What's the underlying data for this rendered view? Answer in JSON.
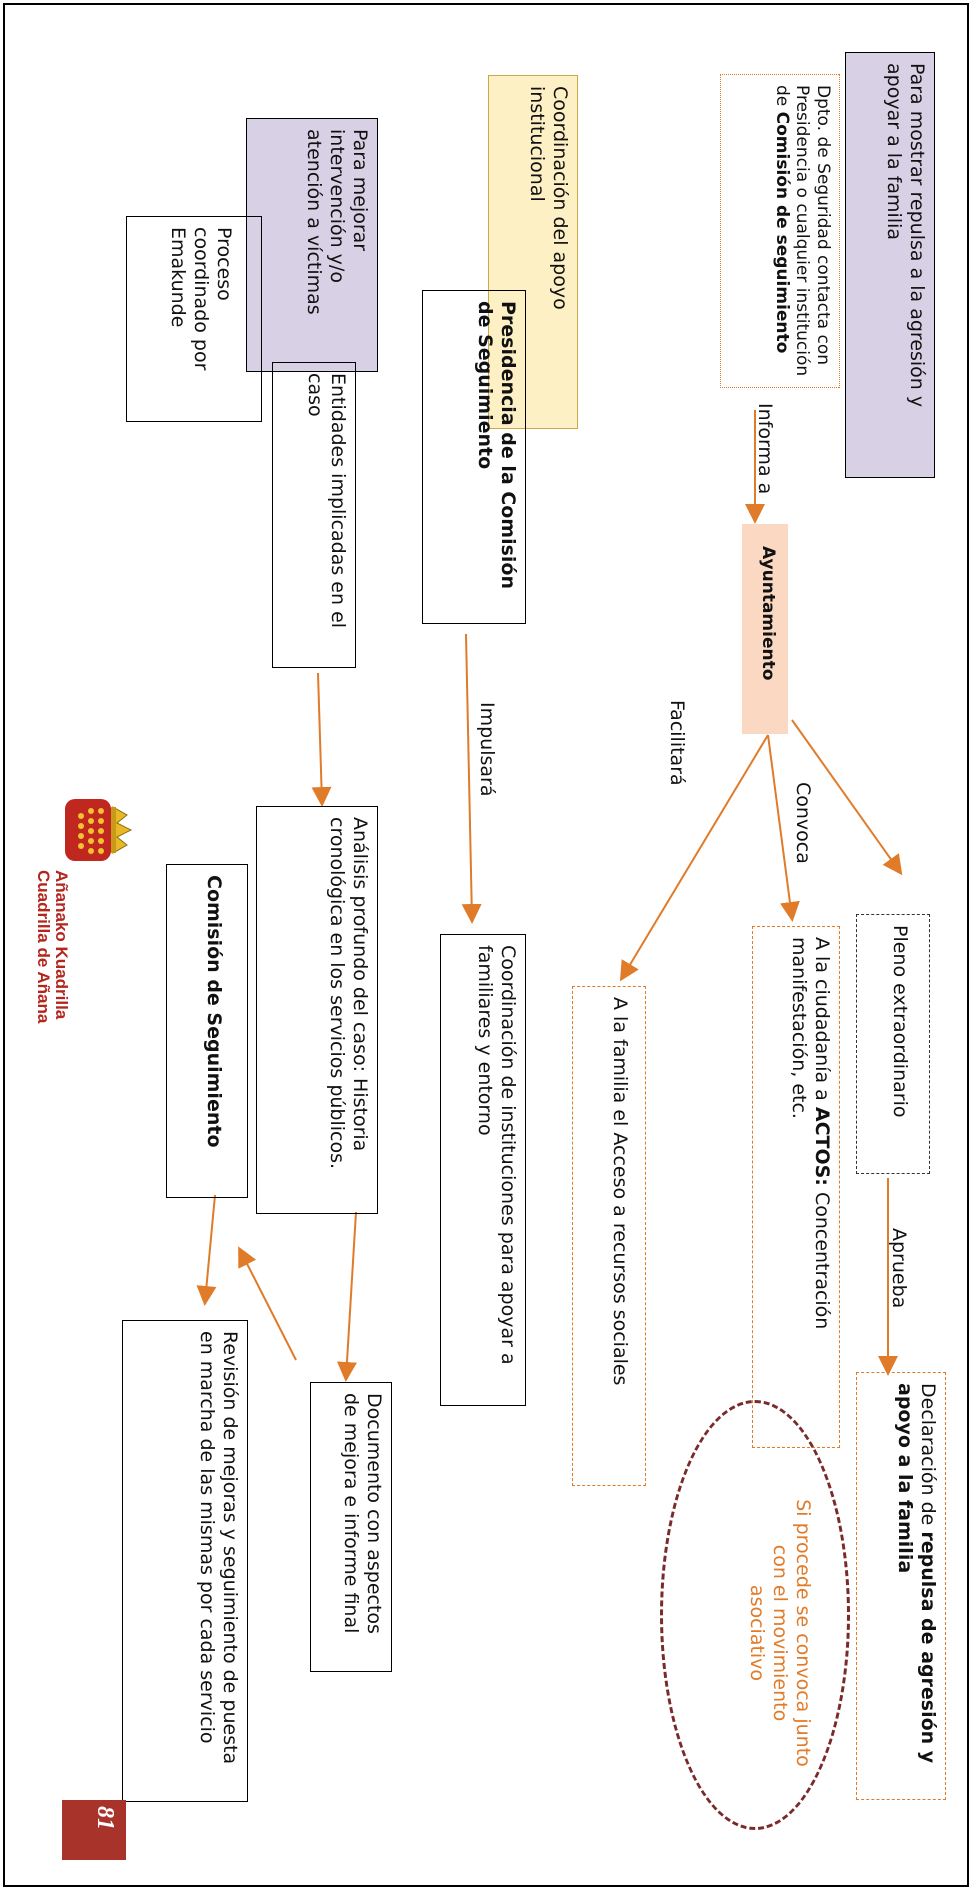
{
  "nodes": {
    "mostrar_repulsa": "Para mostrar repulsa a la agresión y apoyar a la familia",
    "dpto_seguridad_1": "Dpto. de Seguridad contacta con Presidencia o cualquier institución de ",
    "dpto_seguridad_bold": "Comisión de seguimiento",
    "coordinacion_apoyo": "Coordinación del apoyo institucional",
    "presidencia": "Presidencia de la Comisión de Seguimiento",
    "para_mejorar": "Para mejorar intervención y/o atención a víctimas",
    "proceso": "Proceso coordinado por Emakunde",
    "entidades": "Entidades implicadas en el caso",
    "ayuntamiento": "Ayuntamiento",
    "pleno": "Pleno extraordinario",
    "ciudadania_1": "A la ciudadanía a ",
    "ciudadania_bold": "ACTOS:",
    "ciudadania_2": " Concentración manifestación, etc.",
    "familia_acceso": "A la familia el Acceso a recursos sociales",
    "coordinacion_instituciones": "Coordinación de instituciones para apoyar a familiares y entorno",
    "analisis": "Análisis profundo del caso: Historia cronológica en los servicios públicos.",
    "comision_seguimiento": "Comisión de Seguimiento",
    "documento": "Documento con aspectos de mejora e informe final",
    "revision": "Revisión de mejoras y seguimiento de puesta en marcha de las mismas por cada servicio",
    "declaracion_1": "Declaración de ",
    "declaracion_bold": "repulsa de agresión y apoyo a la familia",
    "si_procede": "Si procede se convoca junto con el movimiento asociativo"
  },
  "edge_labels": {
    "informa": "Informa a",
    "facilitara": "Facilitará",
    "convoca": "Convoca",
    "impulsara": "Impulsará",
    "aprueba": "Aprueba"
  },
  "logo": {
    "line1": "Añanako Kuadrilla",
    "line2": "Cuadrilla de Añana"
  },
  "page_number": "81",
  "colors": {
    "arrow": "#e07b2a",
    "purple_fill": "#d8d1e6",
    "yellow_fill": "#fdf0c4",
    "peach_fill": "#fbd8c2",
    "brand_red": "#b3261e"
  }
}
